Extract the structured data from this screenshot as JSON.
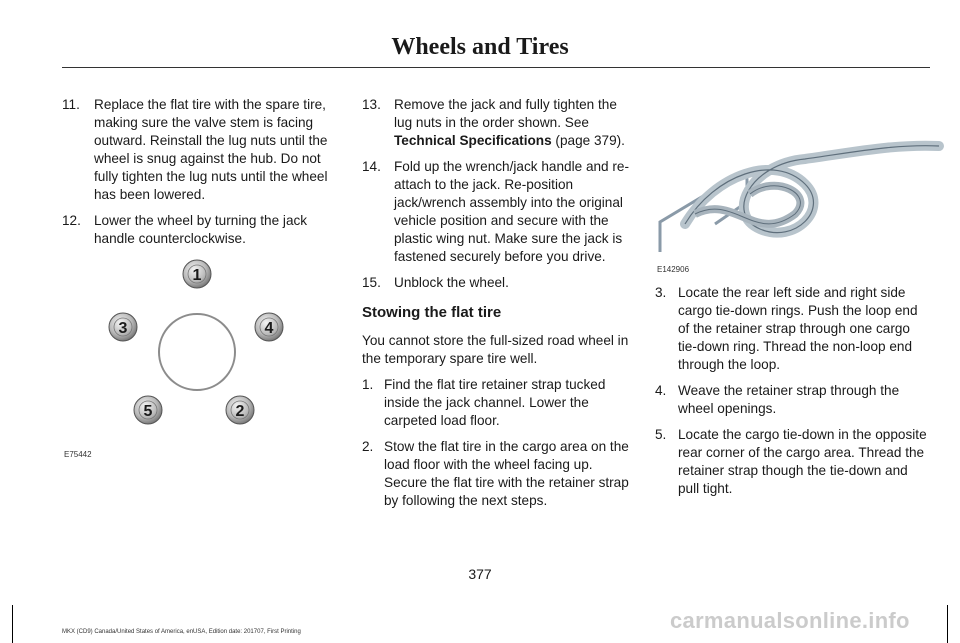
{
  "header": {
    "title": "Wheels and Tires"
  },
  "left_column": {
    "steps": [
      {
        "num": "11.",
        "text": "Replace the flat tire with the spare tire, making sure the valve stem is facing outward. Reinstall the lug nuts until the wheel is snug against the hub. Do not fully tighten the lug nuts until the wheel has been lowered."
      },
      {
        "num": "12.",
        "text": "Lower the wheel by turning the jack handle counterclockwise."
      }
    ],
    "figure": {
      "label": "E75442",
      "lug_numbers": [
        "1",
        "2",
        "3",
        "4",
        "5"
      ]
    }
  },
  "middle_column": {
    "step13": {
      "num": "13.",
      "text": "Remove the jack and fully tighten the lug nuts in the order shown. See ",
      "link": "Technical Specifications",
      "suffix": " (page 379)."
    },
    "steps": [
      {
        "num": "14.",
        "text": "Fold up the wrench/jack handle and re-attach to the jack. Re-position jack/wrench assembly into the original vehicle position and secure with the plastic wing nut. Make sure the jack is fastened securely before you drive."
      },
      {
        "num": "15.",
        "text": "Unblock the wheel."
      }
    ],
    "section_heading": "Stowing the flat tire",
    "intro": "You cannot store the full-sized road wheel in the temporary spare tire well.",
    "substeps": [
      {
        "num": "1.",
        "text": "Find the flat tire retainer strap tucked inside the jack channel. Lower the carpeted load floor."
      },
      {
        "num": "2.",
        "text": "Stow the flat tire in the cargo area on the load floor with the wheel facing up. Secure the flat tire with the retainer strap by following the next steps."
      }
    ]
  },
  "right_column": {
    "figure": {
      "label": "E142906"
    },
    "substeps": [
      {
        "num": "3.",
        "text": "Locate the rear left side and right side cargo tie-down rings. Push the loop end of the retainer strap through one cargo tie-down ring. Thread the non-loop end through the loop."
      },
      {
        "num": "4.",
        "text": "Weave the retainer strap through the wheel openings."
      },
      {
        "num": "5.",
        "text": "Locate the cargo tie-down in the opposite rear corner of the cargo area. Thread the retainer strap though the tie-down and pull tight."
      }
    ]
  },
  "page_number": "377",
  "footer": "MKX (CD9) Canada/United States of America, enUSA, Edition date: 201707, First Printing",
  "watermark": "carmanualsonline.info"
}
